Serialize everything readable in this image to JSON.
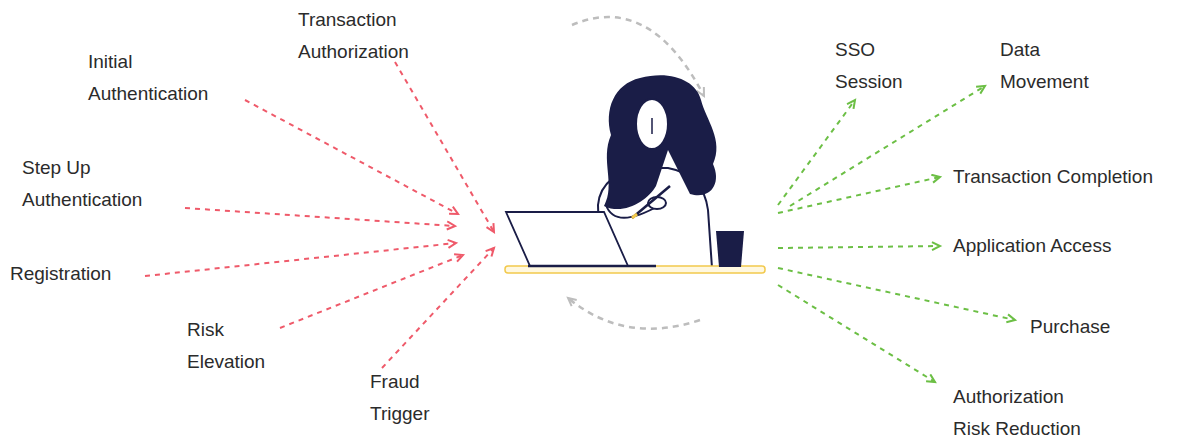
{
  "diagram": {
    "labels": [
      "Transaction Authorization",
      "Initial Authentication",
      "Step Up Authentication",
      "Registration",
      "Risk Elevation",
      "Fraud Trigger",
      "SSO Session",
      "Data Movement",
      "Transaction Completion",
      "Application Access",
      "Purchase",
      "Authorization Risk Reduction"
    ]
  }
}
